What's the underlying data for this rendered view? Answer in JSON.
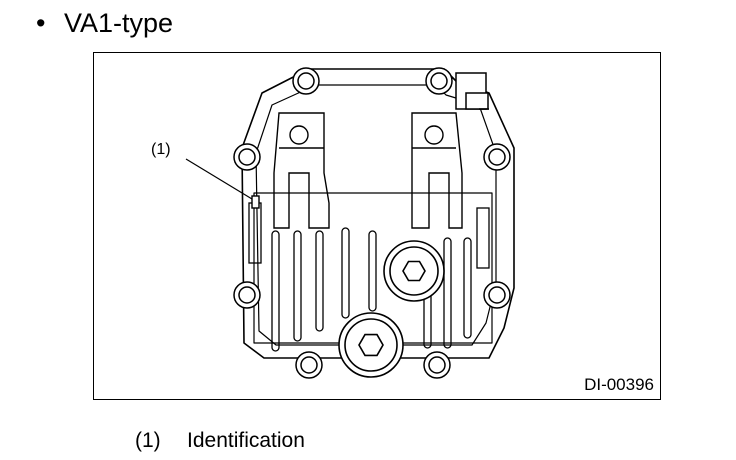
{
  "heading": {
    "bullet": "•",
    "title": "VA1-type"
  },
  "figure": {
    "callout_label": "(1)",
    "code": "DI-00396"
  },
  "legend": {
    "items": [
      {
        "number": "(1)",
        "text": "Identification"
      }
    ]
  }
}
